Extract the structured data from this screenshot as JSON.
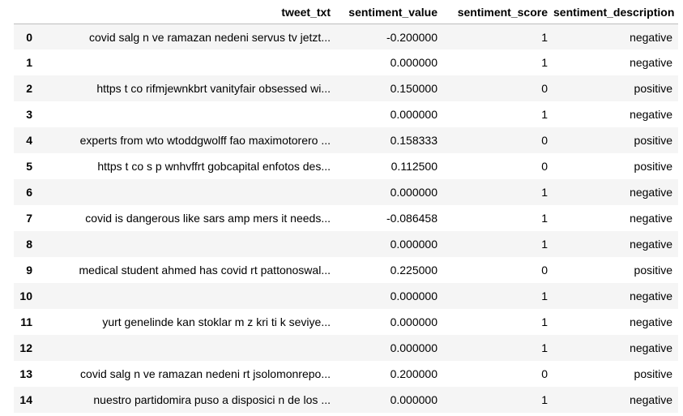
{
  "table": {
    "index_header": "",
    "columns": [
      "tweet_txt",
      "sentiment_value",
      "sentiment_score",
      "sentiment_description"
    ],
    "rows": [
      {
        "index": "0",
        "tweet_txt": "covid salg n ve ramazan nedeni servus tv jetzt...",
        "sentiment_value": "-0.200000",
        "sentiment_score": "1",
        "sentiment_description": "negative"
      },
      {
        "index": "1",
        "tweet_txt": "",
        "sentiment_value": "0.000000",
        "sentiment_score": "1",
        "sentiment_description": "negative"
      },
      {
        "index": "2",
        "tweet_txt": "https t co rifmjewnkbrt vanityfair obsessed wi...",
        "sentiment_value": "0.150000",
        "sentiment_score": "0",
        "sentiment_description": "positive"
      },
      {
        "index": "3",
        "tweet_txt": "",
        "sentiment_value": "0.000000",
        "sentiment_score": "1",
        "sentiment_description": "negative"
      },
      {
        "index": "4",
        "tweet_txt": "experts from wto wtoddgwolff fao maximotorero ...",
        "sentiment_value": "0.158333",
        "sentiment_score": "0",
        "sentiment_description": "positive"
      },
      {
        "index": "5",
        "tweet_txt": "https t co s p wnhvffrt gobcapital enfotos des...",
        "sentiment_value": "0.112500",
        "sentiment_score": "0",
        "sentiment_description": "positive"
      },
      {
        "index": "6",
        "tweet_txt": "",
        "sentiment_value": "0.000000",
        "sentiment_score": "1",
        "sentiment_description": "negative"
      },
      {
        "index": "7",
        "tweet_txt": "covid is dangerous like sars amp mers it needs...",
        "sentiment_value": "-0.086458",
        "sentiment_score": "1",
        "sentiment_description": "negative"
      },
      {
        "index": "8",
        "tweet_txt": "",
        "sentiment_value": "0.000000",
        "sentiment_score": "1",
        "sentiment_description": "negative"
      },
      {
        "index": "9",
        "tweet_txt": "medical student ahmed has covid rt pattonoswal...",
        "sentiment_value": "0.225000",
        "sentiment_score": "0",
        "sentiment_description": "positive"
      },
      {
        "index": "10",
        "tweet_txt": "",
        "sentiment_value": "0.000000",
        "sentiment_score": "1",
        "sentiment_description": "negative"
      },
      {
        "index": "11",
        "tweet_txt": "yurt genelinde kan stoklar m z kri ti k seviye...",
        "sentiment_value": "0.000000",
        "sentiment_score": "1",
        "sentiment_description": "negative"
      },
      {
        "index": "12",
        "tweet_txt": "",
        "sentiment_value": "0.000000",
        "sentiment_score": "1",
        "sentiment_description": "negative"
      },
      {
        "index": "13",
        "tweet_txt": "covid salg n ve ramazan nedeni rt jsolomonrepo...",
        "sentiment_value": "0.200000",
        "sentiment_score": "0",
        "sentiment_description": "positive"
      },
      {
        "index": "14",
        "tweet_txt": "nuestro partidomira puso a disposici n de los ...",
        "sentiment_value": "0.000000",
        "sentiment_score": "1",
        "sentiment_description": "negative"
      }
    ]
  }
}
